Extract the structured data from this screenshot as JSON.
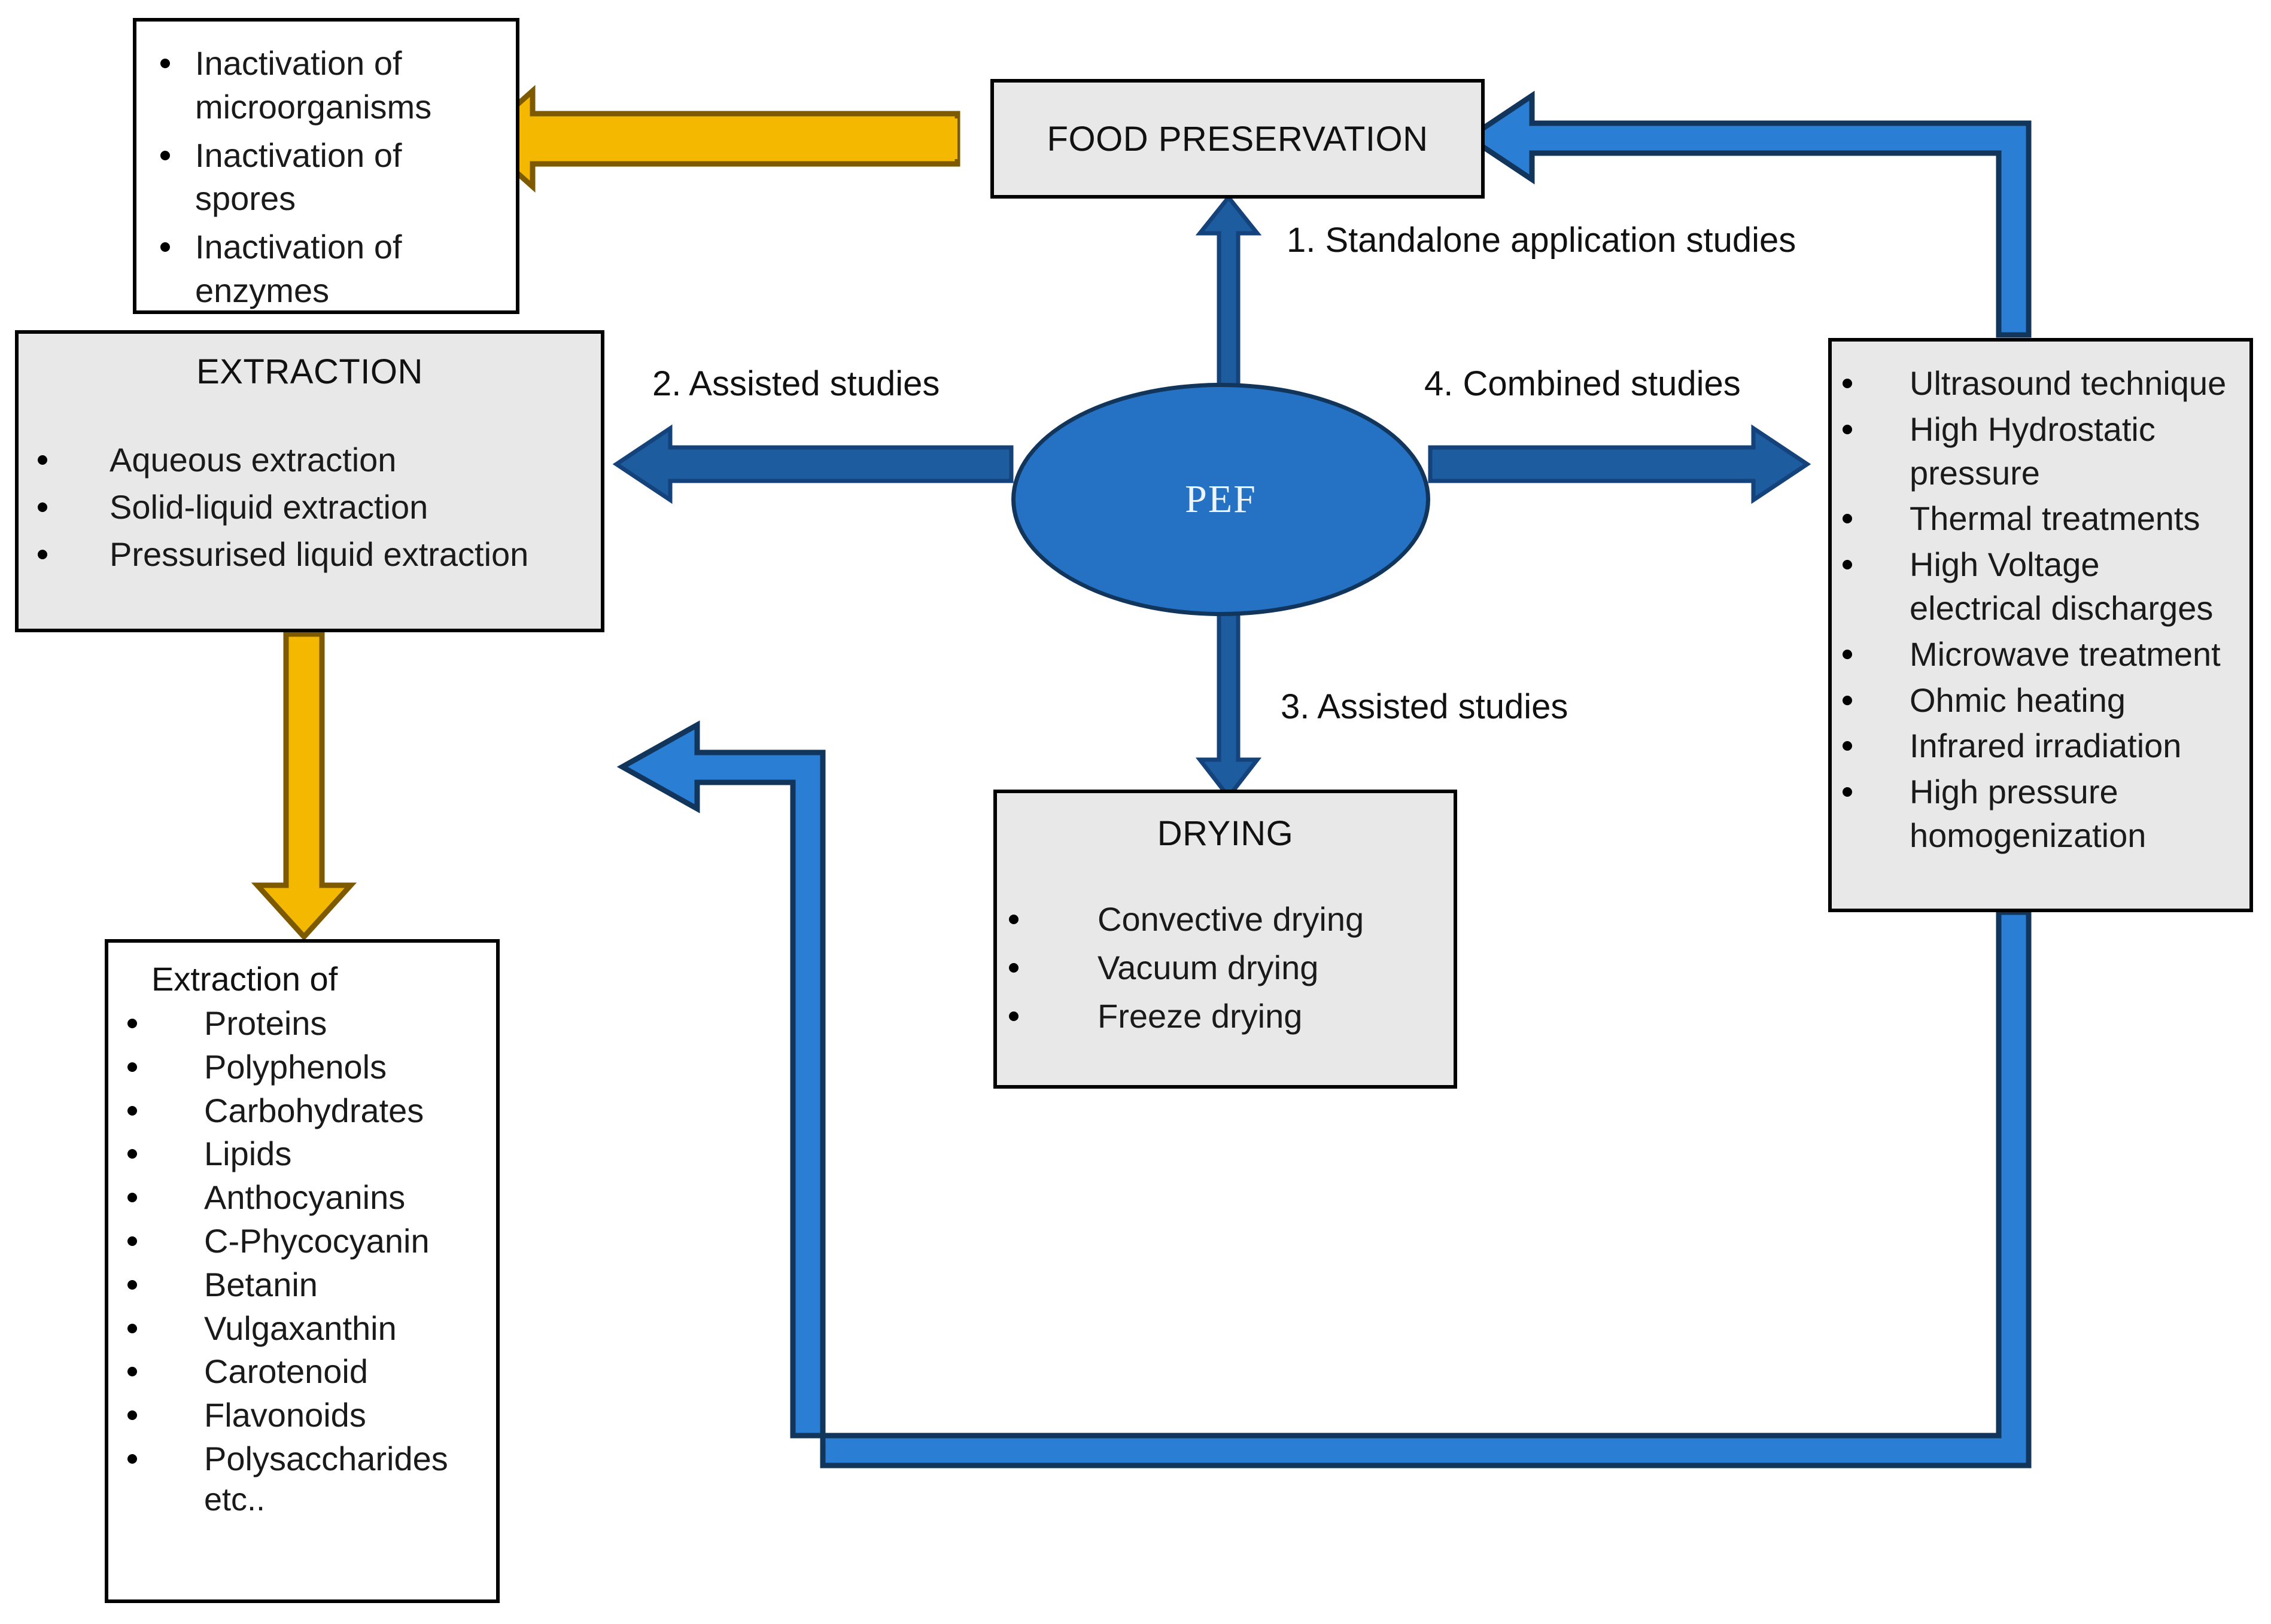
{
  "diagram": {
    "title": "PEF (Pulsed Electric Field) application studies flow diagram",
    "center_node": {
      "label": "PEF"
    },
    "colors": {
      "node_fill": "#2572c4",
      "node_border": "#12355c",
      "box_fill": "#e8e8e8",
      "box_border": "#000000",
      "arrow_blue_dark": "#14427a",
      "arrow_blue_light": "#2a7fd4",
      "arrow_orange_fill": "#f5b800",
      "arrow_orange_border": "#7d5a00"
    },
    "boxes": {
      "inactivation": {
        "name": "inactivation-outcomes",
        "items": [
          "Inactivation of microorganisms",
          "Inactivation of spores",
          "Inactivation of enzymes"
        ]
      },
      "food_preservation": {
        "name": "food-preservation",
        "title": "FOOD PRESERVATION"
      },
      "extraction": {
        "name": "extraction",
        "title": "EXTRACTION",
        "items": [
          "Aqueous extraction",
          "Solid-liquid extraction",
          "Pressurised liquid extraction"
        ]
      },
      "extraction_of": {
        "name": "extraction-of",
        "title": "Extraction of",
        "items": [
          "Proteins",
          "Polyphenols",
          "Carbohydrates",
          "Lipids",
          "Anthocyanins",
          "C-Phycocyanin",
          "Betanin",
          "Vulgaxanthin",
          "Carotenoid",
          "Flavonoids",
          "Polysaccharides"
        ],
        "footer": "etc.."
      },
      "drying": {
        "name": "drying",
        "title": "DRYING",
        "items": [
          "Convective drying",
          "Vacuum drying",
          "Freeze drying"
        ]
      },
      "techniques": {
        "name": "combined-techniques",
        "items": [
          "Ultrasound technique",
          "High Hydrostatic pressure",
          "Thermal treatments",
          "High Voltage electrical discharges",
          "Microwave treatment",
          "Ohmic heating",
          "Infrared irradiation",
          "High pressure homogenization"
        ]
      }
    },
    "connector_labels": {
      "standalone": "1. Standalone application studies",
      "assisted_extraction": "2. Assisted studies",
      "assisted_drying": "3. Assisted studies",
      "combined": "4. Combined studies"
    }
  }
}
